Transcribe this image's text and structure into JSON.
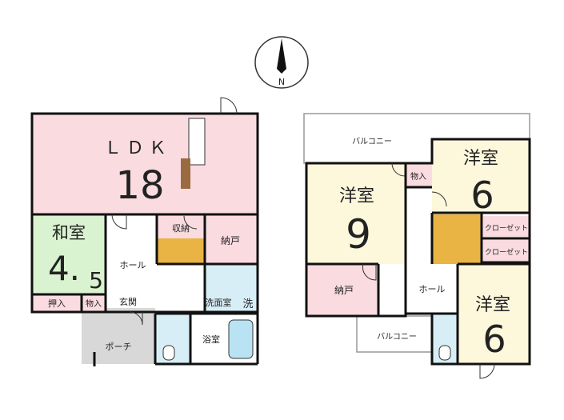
{
  "compass": {
    "north_label": "N"
  },
  "floor1": {
    "ldk": {
      "name": "ＬＤＫ",
      "size": "18"
    },
    "washitsu": {
      "name": "和室",
      "size_main": "4.",
      "size_sub": "5"
    },
    "storage": "収納",
    "nando": "納戸",
    "hall": "ホール",
    "entrance": "玄関",
    "oshiire": "押入",
    "monoire": "物入",
    "porch": "ポーチ",
    "washroom": "洗面室",
    "washer": "洗",
    "bathroom": "浴室"
  },
  "floor2": {
    "balcony_top": "バルコニー",
    "balcony_bottom": "バルコニー",
    "room9": {
      "name": "洋室",
      "size": "9"
    },
    "room6a": {
      "name": "洋室",
      "size": "6"
    },
    "room6b": {
      "name": "洋室",
      "size": "6"
    },
    "monoire": "物入",
    "closet1": "クローゼット",
    "closet2": "クローゼット",
    "nando": "納戸",
    "hall": "ホール"
  },
  "colors": {
    "ldk": "#f9dbe0",
    "washitsu": "#d9f2cf",
    "western": "#fdf7dc",
    "wet": "#d7eef7",
    "porch": "#d8d8d8",
    "stairs": "#e9b443",
    "nando": "#f9dbe0",
    "wall": "#111111"
  }
}
